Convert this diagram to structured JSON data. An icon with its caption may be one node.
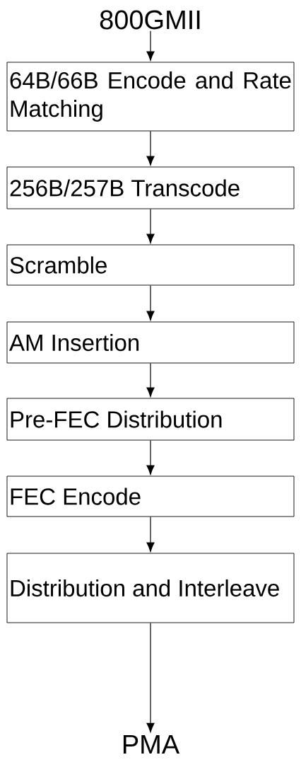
{
  "diagram": {
    "nodes": [
      {
        "text": [
          "800GMII"
        ]
      },
      {
        "text": [
          "64B/66B Encode and Rate Matching"
        ]
      },
      {
        "text": [
          "256B/257B Transcode"
        ]
      },
      {
        "text": [
          "Scramble"
        ]
      },
      {
        "text": [
          "AM Insertion"
        ]
      },
      {
        "text": [
          "Pre-FEC Distribution"
        ]
      },
      {
        "text": [
          "FEC Encode"
        ]
      },
      {
        "text": [
          "Distribution and Interleave"
        ]
      },
      {
        "text": [
          "PMA"
        ]
      }
    ],
    "edges": [
      {
        "from": 0,
        "to": 1,
        "arrow": "to"
      },
      {
        "from": 1,
        "to": 2,
        "arrow": "to"
      },
      {
        "from": 2,
        "to": 3,
        "arrow": "to"
      },
      {
        "from": 3,
        "to": 4,
        "arrow": "to"
      },
      {
        "from": 4,
        "to": 5,
        "arrow": "to"
      },
      {
        "from": 5,
        "to": 6,
        "arrow": "to"
      },
      {
        "from": 6,
        "to": 7,
        "arrow": "to"
      },
      {
        "from": 7,
        "to": 8,
        "arrow": "to"
      }
    ]
  }
}
